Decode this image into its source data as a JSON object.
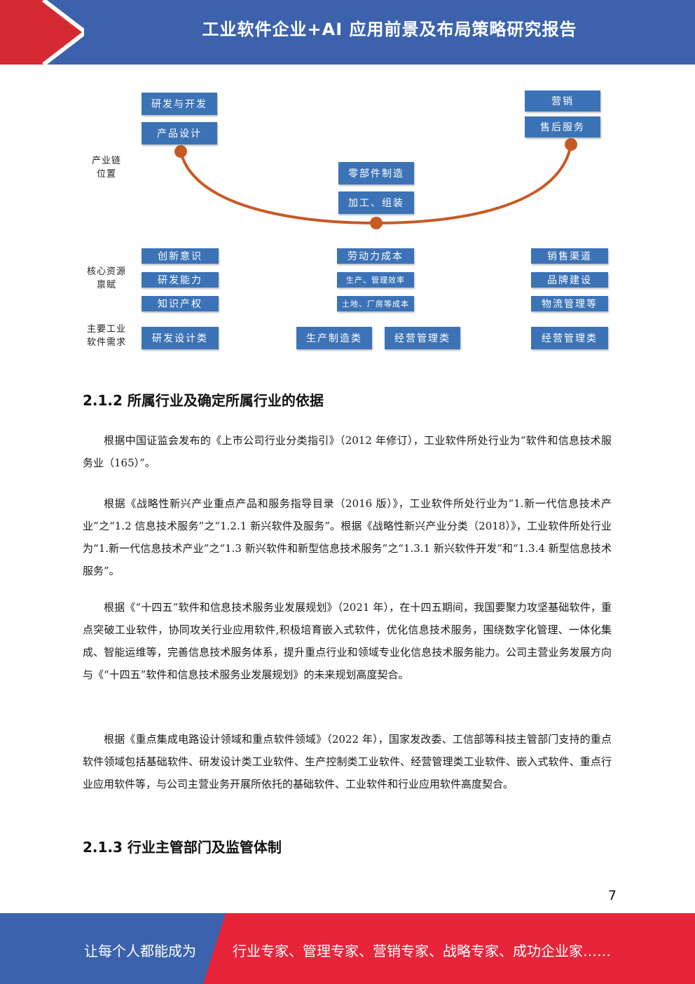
{
  "header": {
    "title": "工业软件企业+AI 应用前景及布局策略研究报告"
  },
  "diagram": {
    "side_labels": {
      "chain_position": "产业链\n位置",
      "core_resources": "核心资源\n禀赋",
      "software_needs": "主要工业\n软件需求"
    },
    "left_top": [
      "研发与开发",
      "产品设计"
    ],
    "mid_top": [
      "零部件制造",
      "加工、组装"
    ],
    "right_top": [
      "营销",
      "售后服务"
    ],
    "left_resources": [
      "创新意识",
      "研发能力",
      "知识产权"
    ],
    "mid_resources": [
      "劳动力成本",
      "生产、管理效率",
      "土地、厂房等成本"
    ],
    "right_resources": [
      "销售渠道",
      "品牌建设",
      "物流管理等"
    ],
    "needs": [
      "研发设计类",
      "生产制造类",
      "经营管理类",
      "经营管理类"
    ],
    "colors": {
      "box": "#3c73b6",
      "curve": "#c65a24"
    }
  },
  "sections": [
    {
      "title": "2.1.2 所属行业及确定所属行业的依据"
    },
    {
      "title": "2.1.3 行业主管部门及监管体制"
    }
  ],
  "paragraphs": [
    "根据中国证监会发布的《上市公司行业分类指引》（2012 年修订），工业软件所处行业为“软件和信息技术服务业（165）”。",
    "根据《战略性新兴产业重点产品和服务指导目录（2016 版）》，工业软件所处行业为“1.新一代信息技术产业”之“1.2 信息技术服务”之“1.2.1 新兴软件及服务”。根据《战略性新兴产业分类（2018）》，工业软件所处行业为“1.新一代信息技术产业”之“1.3 新兴软件和新型信息技术服务”之“1.3.1 新兴软件开发”和“1.3.4 新型信息技术服务”。",
    "根据《“十四五”软件和信息技术服务业发展规划》（2021 年），在十四五期间，我国要聚力攻坚基础软件，重点突破工业软件，协同攻关行业应用软件,积极培育嵌入式软件，优化信息技术服务，围绕数字化管理、一体化集成、智能运维等，完善信息技术服务体系，提升重点行业和领域专业化信息技术服务能力。公司主营业务发展方向与《“十四五”软件和信息技术服务业发展规划》的未来规划高度契合。",
    "根据《重点集成电路设计领域和重点软件领域》（2022 年），国家发改委、工信部等科技主管部门支持的重点软件领域包括基础软件、研发设计类工业软件、生产控制类工业软件、经营管理类工业软件、嵌入式软件、重点行业应用软件等，与公司主营业务开展所依托的基础软件、工业软件和行业应用软件高度契合。"
  ],
  "page_number": "7",
  "footer": {
    "left": "让每个人都能成为",
    "right": "行业专家、管理专家、营销专家、战略专家、成功企业家……"
  }
}
